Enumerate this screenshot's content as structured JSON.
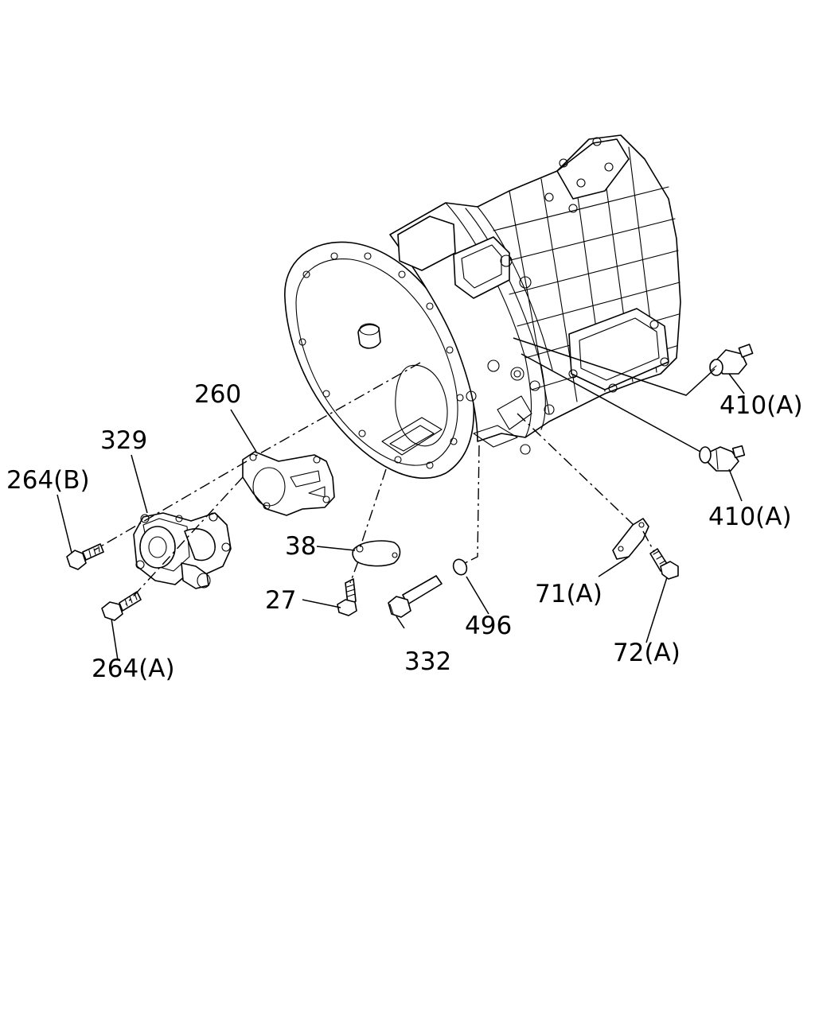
{
  "callouts": [
    {
      "id": "410-a-upper",
      "label": "410(A)"
    },
    {
      "id": "410-a-lower",
      "label": "410(A)"
    },
    {
      "id": "260",
      "label": "260"
    },
    {
      "id": "329",
      "label": "329"
    },
    {
      "id": "264-b",
      "label": "264(B)"
    },
    {
      "id": "38",
      "label": "38"
    },
    {
      "id": "27",
      "label": "27"
    },
    {
      "id": "496",
      "label": "496"
    },
    {
      "id": "332",
      "label": "332"
    },
    {
      "id": "71-a",
      "label": "71(A)"
    },
    {
      "id": "72-a",
      "label": "72(A)"
    },
    {
      "id": "264-a",
      "label": "264(A)"
    }
  ]
}
